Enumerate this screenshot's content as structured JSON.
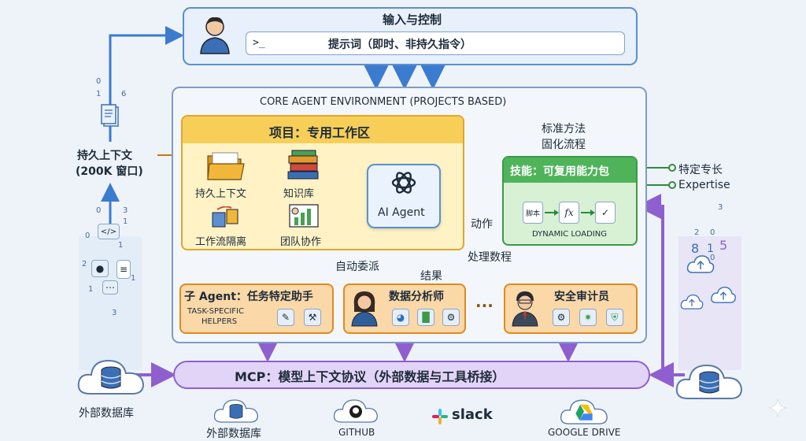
{
  "input_panel": {
    "title": "输入与控制",
    "prompt_symbol": ">_",
    "prompt_text": "提示词（即时、非持久指令）"
  },
  "core": {
    "title": "CORE AGENT ENVIRONMENT (PROJECTS BASED)"
  },
  "project": {
    "title": "项目：专用工作区",
    "items": [
      "持久上下文",
      "知识库",
      "工作流隔离",
      "团队协作"
    ]
  },
  "agent": {
    "label": "AI Agent"
  },
  "skills": {
    "title": "技能：可复用能力包",
    "loading": "DYNAMIC LOADING",
    "script_label": "脚本",
    "fx_label": "fx"
  },
  "annotations": {
    "standard": [
      "标准方法",
      "固化流程"
    ],
    "expertise": [
      "特定专长",
      "Expertise"
    ],
    "action": "动作",
    "process": "处理数程",
    "delegate": "自动委派",
    "result": "结果",
    "ellipsis": "···"
  },
  "left": {
    "context": [
      "持久上下文",
      "(200K 窗口)"
    ],
    "digits": [
      "0",
      "1",
      "6",
      "0",
      "3",
      "1",
      "2",
      "1",
      "3",
      "0",
      "1",
      "1"
    ]
  },
  "right": {
    "digits": [
      "3",
      "2",
      "0",
      "8",
      "1",
      "5",
      "0"
    ]
  },
  "subagents": {
    "title": "子 Agent：任务特定助手",
    "sub_line1": "TASK-SPECIFIC",
    "sub_line2": "HELPERS",
    "analyst": "数据分析师",
    "auditor": "安全审计员"
  },
  "mcp": {
    "label": "MCP：模型上下文协议（外部数据与工具桥接）"
  },
  "bottom": {
    "db_left": "外部数据库",
    "db_center": "外部数据库",
    "github": "GITHUB",
    "slack": "slack",
    "gdrive": "GOOGLE DRIVE"
  },
  "colors": {
    "blue": "#2f6fbd",
    "orange": "#e08a1e",
    "green": "#3a9a48",
    "purple": "#8f5fd0"
  }
}
